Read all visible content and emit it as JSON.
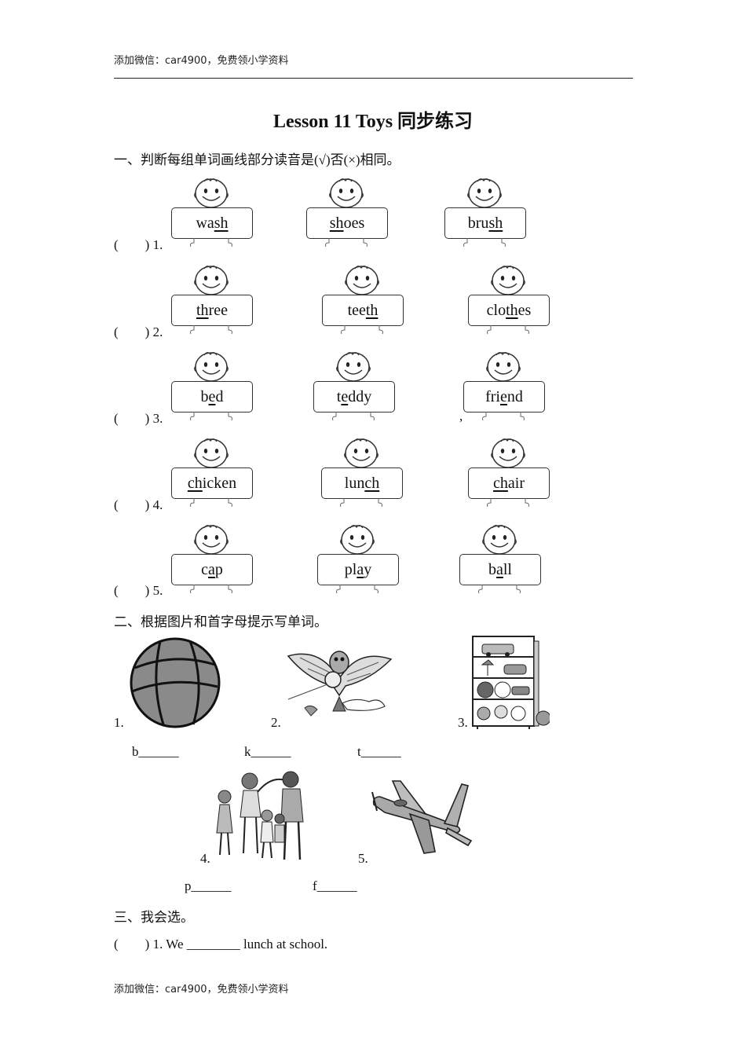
{
  "header_note": "添加微信：car4900，免费领小学资料",
  "title": "Lesson 11 Toys 同步练习",
  "section1": {
    "heading": "一、判断每组单词画线部分读音是(√)否(×)相同。",
    "rows": [
      {
        "label": "(　　) 1.",
        "words": [
          {
            "pre": "wa",
            "u": "sh",
            "post": ""
          },
          {
            "pre": "",
            "u": "sh",
            "post": "oes"
          },
          {
            "pre": "bru",
            "u": "sh",
            "post": ""
          }
        ]
      },
      {
        "label": "(　　) 2.",
        "words": [
          {
            "pre": "",
            "u": "th",
            "post": "ree"
          },
          {
            "pre": "tee",
            "u": "th",
            "post": ""
          },
          {
            "pre": "clo",
            "u": "th",
            "post": "es"
          }
        ]
      },
      {
        "label": "(　　) 3.",
        "words": [
          {
            "pre": "b",
            "u": "e",
            "post": "d"
          },
          {
            "pre": "t",
            "u": "e",
            "post": "ddy"
          },
          {
            "pre": "fri",
            "u": "e",
            "post": "nd"
          }
        ]
      },
      {
        "label": "(　　) 4.",
        "words": [
          {
            "pre": "",
            "u": "ch",
            "post": "icken"
          },
          {
            "pre": "lun",
            "u": "ch",
            "post": ""
          },
          {
            "pre": "",
            "u": "ch",
            "post": "air"
          }
        ]
      },
      {
        "label": "(　　) 5.",
        "words": [
          {
            "pre": "c",
            "u": "a",
            "post": "p"
          },
          {
            "pre": "pl",
            "u": "a",
            "post": "y"
          },
          {
            "pre": "b",
            "u": "a",
            "post": "ll"
          }
        ]
      }
    ],
    "stray_comma": ","
  },
  "section2": {
    "heading": "二、根据图片和首字母提示写单词。",
    "items": [
      {
        "num": "1.",
        "hint": "b______",
        "icon": "ball-icon"
      },
      {
        "num": "2.",
        "hint": "k______",
        "icon": "kite-icon"
      },
      {
        "num": "3.",
        "hint": "t______",
        "icon": "toy-shelf-icon"
      },
      {
        "num": "4.",
        "hint": "p______",
        "icon": "family-play-icon"
      },
      {
        "num": "5.",
        "hint": "f______",
        "icon": "plane-icon"
      }
    ]
  },
  "section3": {
    "heading": "三、我会选。",
    "q1": "(　　) 1. We ________ lunch at school."
  },
  "footer_note": "添加微信：car4900，免费领小学资料"
}
